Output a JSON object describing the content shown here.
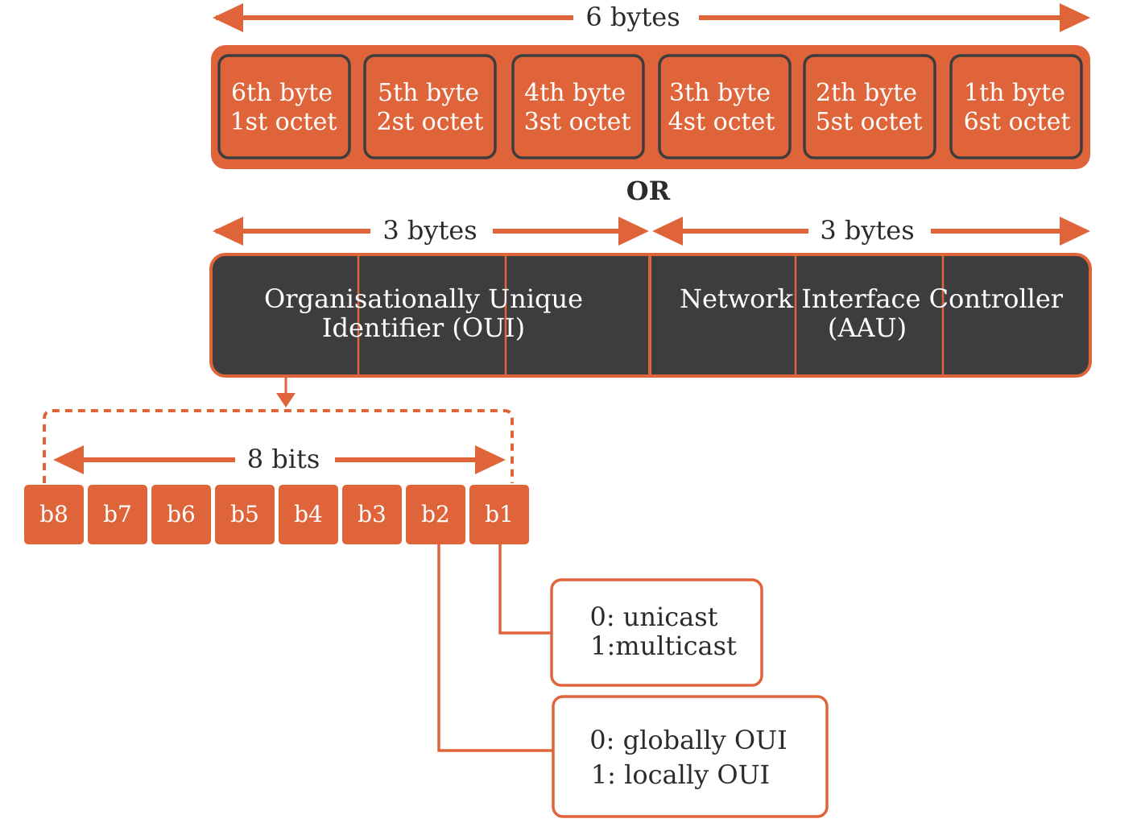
{
  "colors": {
    "accent": "#e0643a",
    "dark": "#3d3d3f",
    "text_dark": "#2b2b2b",
    "text_light": "#ffffff",
    "background": "#ffffff"
  },
  "six_bytes": {
    "label": "6 bytes",
    "cells": [
      {
        "line1": "6th byte",
        "line2": "1st octet"
      },
      {
        "line1": "5th byte",
        "line2": "2st octet"
      },
      {
        "line1": "4th byte",
        "line2": "3st octet"
      },
      {
        "line1": "3th byte",
        "line2": "4st octet"
      },
      {
        "line1": "2th byte",
        "line2": "5st octet"
      },
      {
        "line1": "1th byte",
        "line2": "6st octet"
      }
    ]
  },
  "or_label": "OR",
  "three_bytes": {
    "left_label": "3 bytes",
    "right_label": "3 bytes"
  },
  "oui": {
    "line1": "Organisationally Unique",
    "line2": "Identifier (OUI)"
  },
  "nic": {
    "line1": "Network Interface Controller",
    "line2": "(AAU)"
  },
  "bits": {
    "label": "8 bits",
    "cells": [
      "b8",
      "b7",
      "b6",
      "b5",
      "b4",
      "b3",
      "b2",
      "b1"
    ]
  },
  "notes": {
    "b1": {
      "line1": "0: unicast",
      "line2": "1:multicast"
    },
    "b2": {
      "line1": "0: globally OUI",
      "line2": "1: locally OUI"
    }
  }
}
